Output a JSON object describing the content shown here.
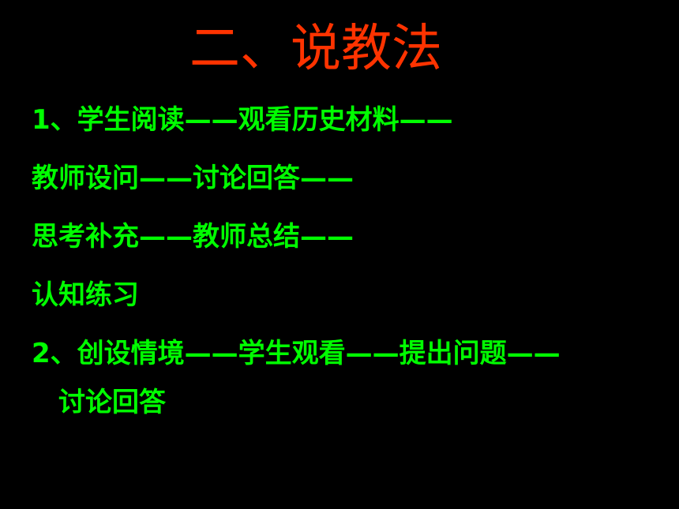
{
  "slide": {
    "title": "二、说教法",
    "lines": [
      "1、学生阅读——观看历史材料——",
      "教师设问——讨论回答——",
      "思考补充——教师总结——",
      "认知练习",
      "2、创设情境——学生观看——提出问题——",
      "讨论回答"
    ]
  },
  "colors": {
    "background": "#000000",
    "title": "#FF3300",
    "body_text": "#00FF00"
  }
}
